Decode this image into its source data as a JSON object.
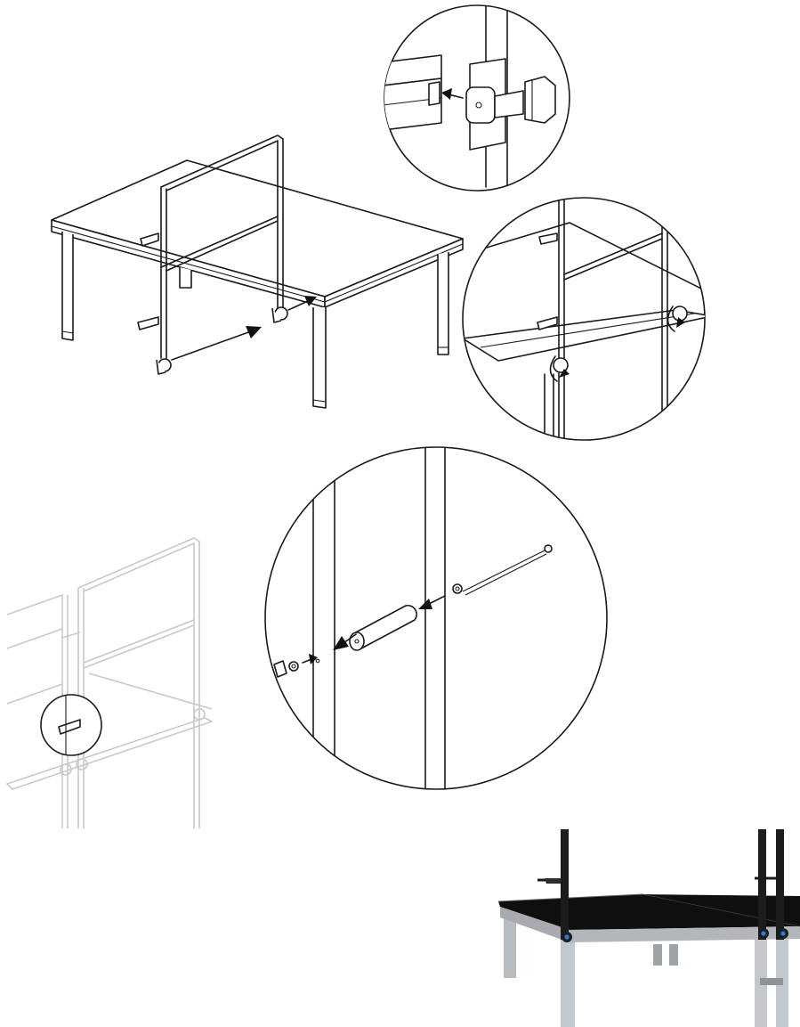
{
  "diagram": {
    "panels": [
      {
        "name": "step-1-main-assembly"
      },
      {
        "name": "step-1-clamp-detail-top"
      },
      {
        "name": "step-1-clamp-detail-right"
      },
      {
        "name": "step-2-faint-reference"
      },
      {
        "name": "step-2-pin-detail"
      },
      {
        "name": "step-3-photo"
      }
    ],
    "colors": {
      "line": "#1a1a1a",
      "faint_line": "#c9c9c9",
      "stage_top": "#0f0f10",
      "leg_metal": "#b8bcc0",
      "accent_blue": "#2a7fd4"
    }
  }
}
